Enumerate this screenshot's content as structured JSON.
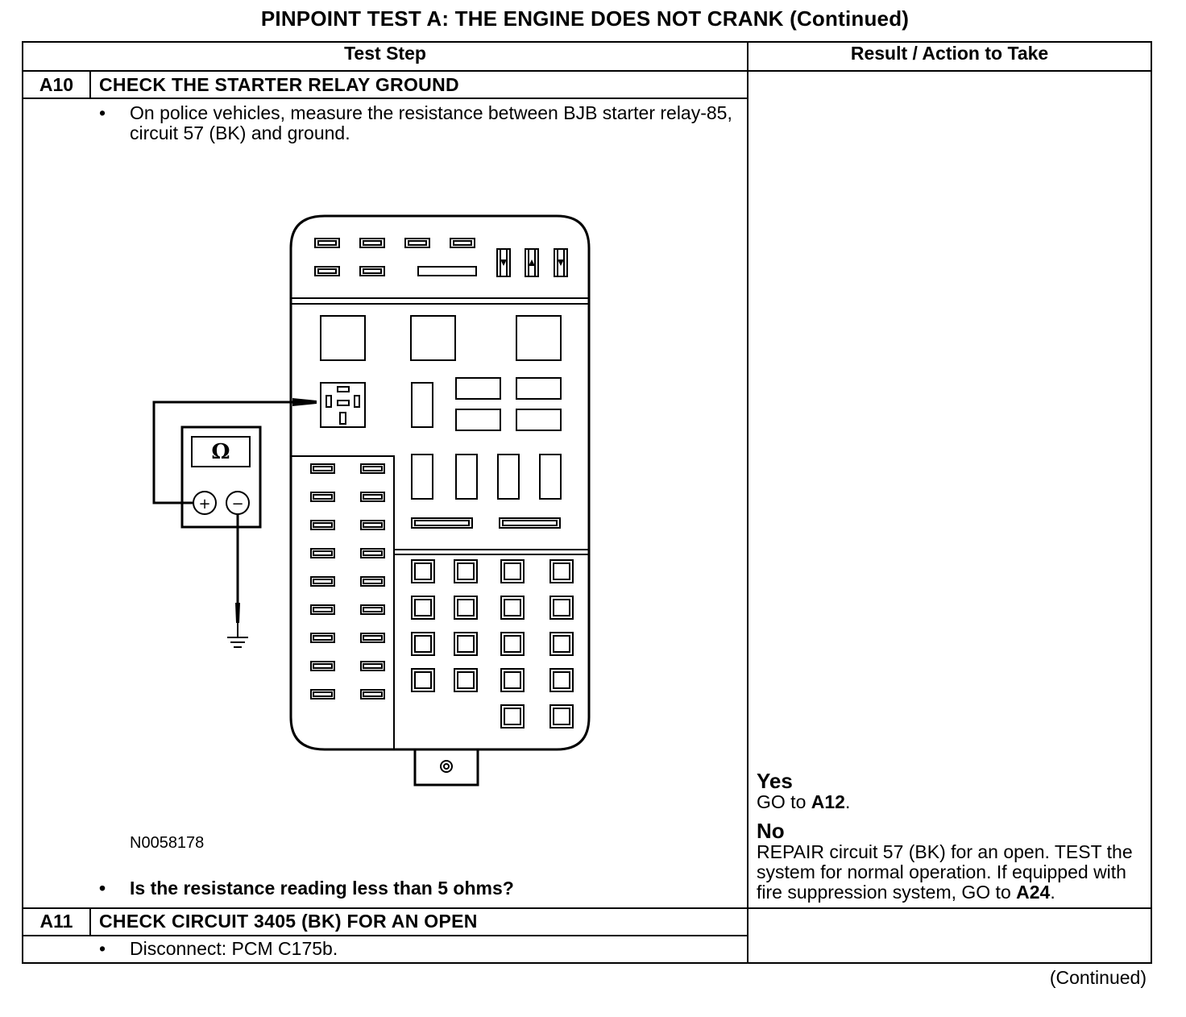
{
  "title": "PINPOINT TEST  A: THE ENGINE DOES NOT CRANK (Continued)",
  "columns": {
    "test_step": "Test Step",
    "result": "Result / Action to Take"
  },
  "steps": [
    {
      "id": "A10",
      "title": "CHECK THE STARTER RELAY GROUND",
      "instruction": "On police vehicles, measure the resistance between BJB starter relay-85, circuit 57 (BK) and ground.",
      "figure_id": "N0058178",
      "meter_symbol": "Ω",
      "meter_plus": "+",
      "meter_minus": "−",
      "question": "Is the resistance reading less than 5 ohms?",
      "yes_label": "Yes",
      "yes_text": "GO to ",
      "yes_target": "A12",
      "no_label": "No",
      "no_text": "REPAIR circuit 57 (BK) for an open. TEST the system for normal operation. If equipped with fire suppression system, GO to ",
      "no_target": "A24"
    },
    {
      "id": "A11",
      "title": "CHECK CIRCUIT 3405 (BK) FOR AN OPEN",
      "instruction": "Disconnect: PCM C175b."
    }
  ],
  "footer": "(Continued)"
}
